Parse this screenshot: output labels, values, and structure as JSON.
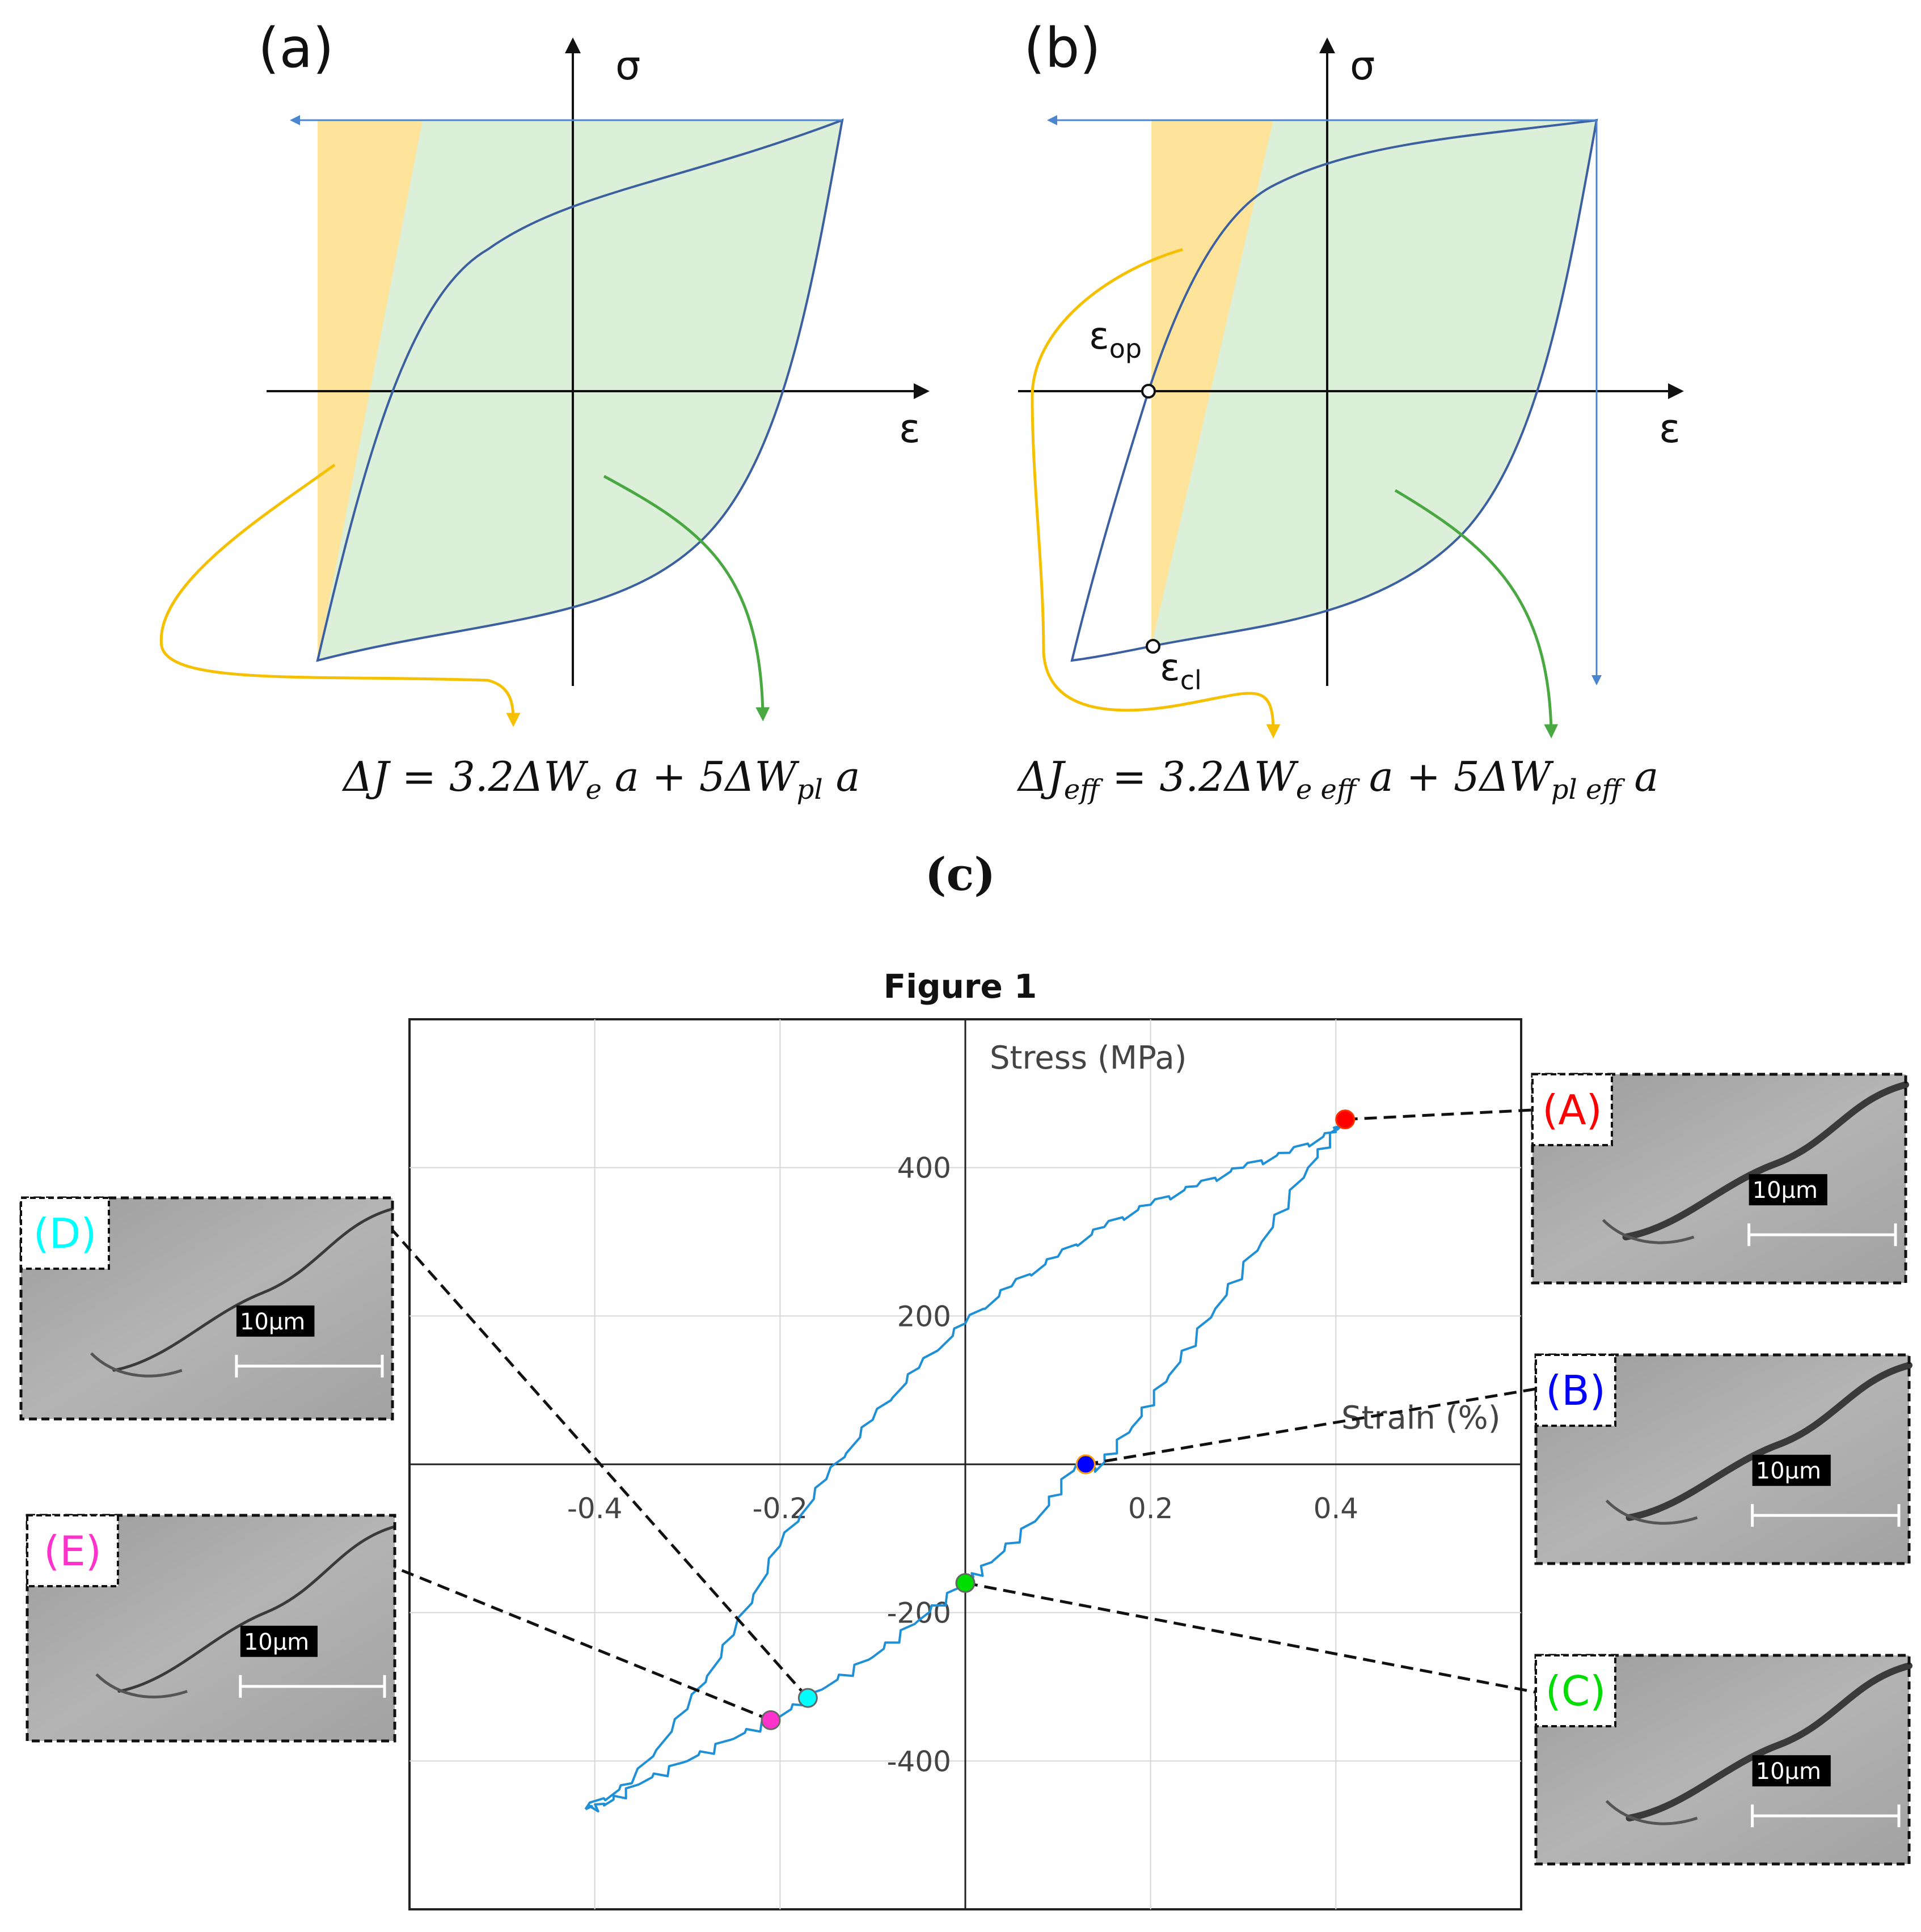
{
  "panel_a": {
    "label": "(a)",
    "sigma": "σ",
    "epsilon": "ε",
    "equation": "ΔJ = 3.2ΔW",
    "eq_e": "e",
    "eq_a1": " a + 5ΔW",
    "eq_pl": "pl",
    "eq_a2": " a"
  },
  "panel_b": {
    "label": "(b)",
    "sigma": "σ",
    "epsilon": "ε",
    "eps_op": "ε",
    "eps_op_sub": "op",
    "eps_cl": "ε",
    "eps_cl_sub": "cl",
    "equation": "ΔJ",
    "eq_eff": "eff",
    "eq_mid": " = 3.2ΔW",
    "eq_eeff": "e eff",
    "eq_a1": " a + 5ΔW",
    "eq_pleff": "pl eff",
    "eq_a2": " a"
  },
  "panel_c": {
    "label": "(c)"
  },
  "colors": {
    "loop": "#3b5fa0",
    "green_fill": "#dcefd8",
    "yellow_fill": "#fde49a",
    "arrow_blue": "#4a86d0",
    "arrow_yellow": "#f5c000",
    "arrow_green": "#4aa843",
    "mpl_line": "#1f8fd6",
    "A": "#ff0000",
    "B": "#0000ff",
    "C": "#00dd00",
    "D": "#00ffff",
    "E": "#ff33cc"
  },
  "chart_data": {
    "type": "line",
    "title": "Figure 1",
    "xlabel": "Strain (%)",
    "ylabel": "Stress (MPa)",
    "xlim": [
      -0.6,
      0.6
    ],
    "ylim": [
      -600,
      600
    ],
    "grid": true,
    "x_ticks": [
      -0.4,
      -0.2,
      0.2,
      0.4
    ],
    "x_tick_labels": [
      "-0.4",
      "-0.2",
      "0.2",
      "0.4"
    ],
    "y_ticks": [
      -400,
      -200,
      200,
      400
    ],
    "y_tick_labels": [
      "-400",
      "-200",
      "200",
      "400"
    ],
    "series": [
      {
        "x": [
          -0.41,
          -0.36,
          -0.3,
          -0.25,
          -0.2,
          -0.15,
          -0.1,
          -0.05,
          0.0,
          0.05,
          0.1,
          0.15,
          0.2,
          0.25,
          0.3,
          0.35,
          0.4,
          0.41
        ],
        "y": [
          -465,
          -430,
          -330,
          -230,
          -110,
          -20,
          60,
          130,
          190,
          240,
          280,
          320,
          350,
          375,
          400,
          420,
          448,
          465
        ]
      },
      {
        "x": [
          0.41,
          0.37,
          0.32,
          0.27,
          0.22,
          0.18,
          0.14,
          0.12,
          0.08,
          0.03,
          0.0,
          -0.05,
          -0.1,
          -0.15,
          -0.2,
          -0.25,
          -0.3,
          -0.35,
          -0.39,
          -0.41
        ],
        "y": [
          465,
          400,
          300,
          210,
          120,
          50,
          -10,
          0,
          -70,
          -130,
          -160,
          -210,
          -260,
          -300,
          -340,
          -370,
          -400,
          -430,
          -460,
          -465
        ]
      }
    ],
    "markers": [
      {
        "label": "(A)",
        "x": 0.41,
        "y": 465,
        "color": "#ff0000"
      },
      {
        "label": "(B)",
        "x": 0.13,
        "y": 0,
        "color": "#0000ff"
      },
      {
        "label": "(C)",
        "x": 0.0,
        "y": -160,
        "color": "#00dd00"
      },
      {
        "label": "(D)",
        "x": -0.17,
        "y": -315,
        "color": "#00ffff"
      },
      {
        "label": "(E)",
        "x": -0.21,
        "y": -345,
        "color": "#ff33cc"
      }
    ]
  },
  "insets": {
    "A": {
      "label": "(A)",
      "scale": "10μm"
    },
    "B": {
      "label": "(B)",
      "scale": "10μm"
    },
    "C": {
      "label": "(C)",
      "scale": "10μm"
    },
    "D": {
      "label": "(D)",
      "scale": "10μm"
    },
    "E": {
      "label": "(E)",
      "scale": "10μm"
    }
  }
}
